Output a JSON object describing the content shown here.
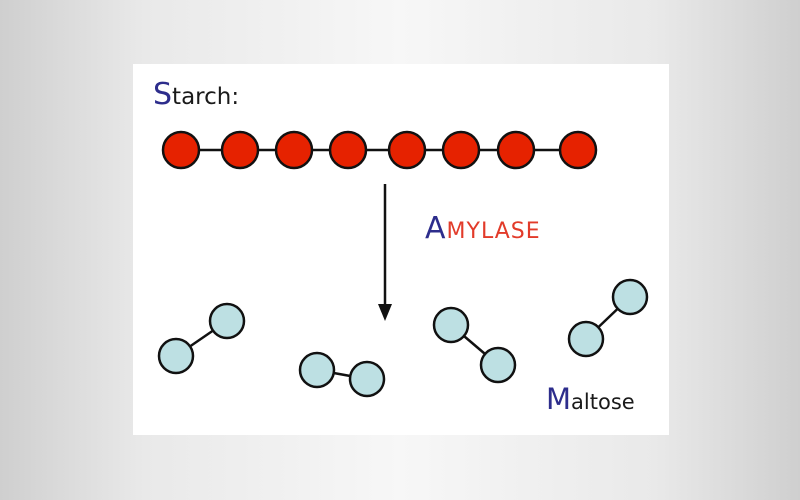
{
  "labels": {
    "starch_cap": "S",
    "starch_rest": "tarch:",
    "amylase_cap": "A",
    "amylase_rest": "MYLASE",
    "maltose_cap": "M",
    "maltose_rest": "altose"
  },
  "colors": {
    "starch_fill": "#e62200",
    "maltose_fill": "#bde0e3",
    "stroke": "#111111",
    "accent_blue": "#2d2d8c",
    "amylase_red": "#e23b2a"
  },
  "diagram": {
    "starch_units": 8,
    "maltose_molecules": 4
  }
}
